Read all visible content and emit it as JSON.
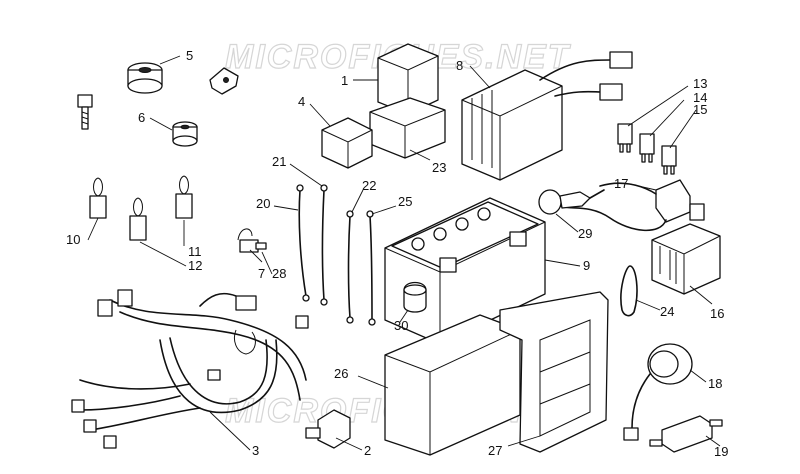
{
  "watermark": "MICROFICHES.NET",
  "callouts": [
    {
      "id": "c1",
      "label": "1"
    },
    {
      "id": "c2",
      "label": "2"
    },
    {
      "id": "c3",
      "label": "3"
    },
    {
      "id": "c4",
      "label": "4"
    },
    {
      "id": "c5",
      "label": "5"
    },
    {
      "id": "c6",
      "label": "6"
    },
    {
      "id": "c7",
      "label": "7"
    },
    {
      "id": "c8",
      "label": "8"
    },
    {
      "id": "c9",
      "label": "9"
    },
    {
      "id": "c10",
      "label": "10"
    },
    {
      "id": "c11",
      "label": "11"
    },
    {
      "id": "c12",
      "label": "12"
    },
    {
      "id": "c13",
      "label": "13"
    },
    {
      "id": "c14",
      "label": "14"
    },
    {
      "id": "c15",
      "label": "15"
    },
    {
      "id": "c16",
      "label": "16"
    },
    {
      "id": "c17",
      "label": "17"
    },
    {
      "id": "c18",
      "label": "18"
    },
    {
      "id": "c19",
      "label": "19"
    },
    {
      "id": "c20",
      "label": "20"
    },
    {
      "id": "c21",
      "label": "21"
    },
    {
      "id": "c22",
      "label": "22"
    },
    {
      "id": "c23",
      "label": "23"
    },
    {
      "id": "c24",
      "label": "24"
    },
    {
      "id": "c25",
      "label": "25"
    },
    {
      "id": "c26",
      "label": "26"
    },
    {
      "id": "c27",
      "label": "27"
    },
    {
      "id": "c28",
      "label": "28"
    },
    {
      "id": "c29",
      "label": "29"
    },
    {
      "id": "c30",
      "label": "30"
    }
  ]
}
